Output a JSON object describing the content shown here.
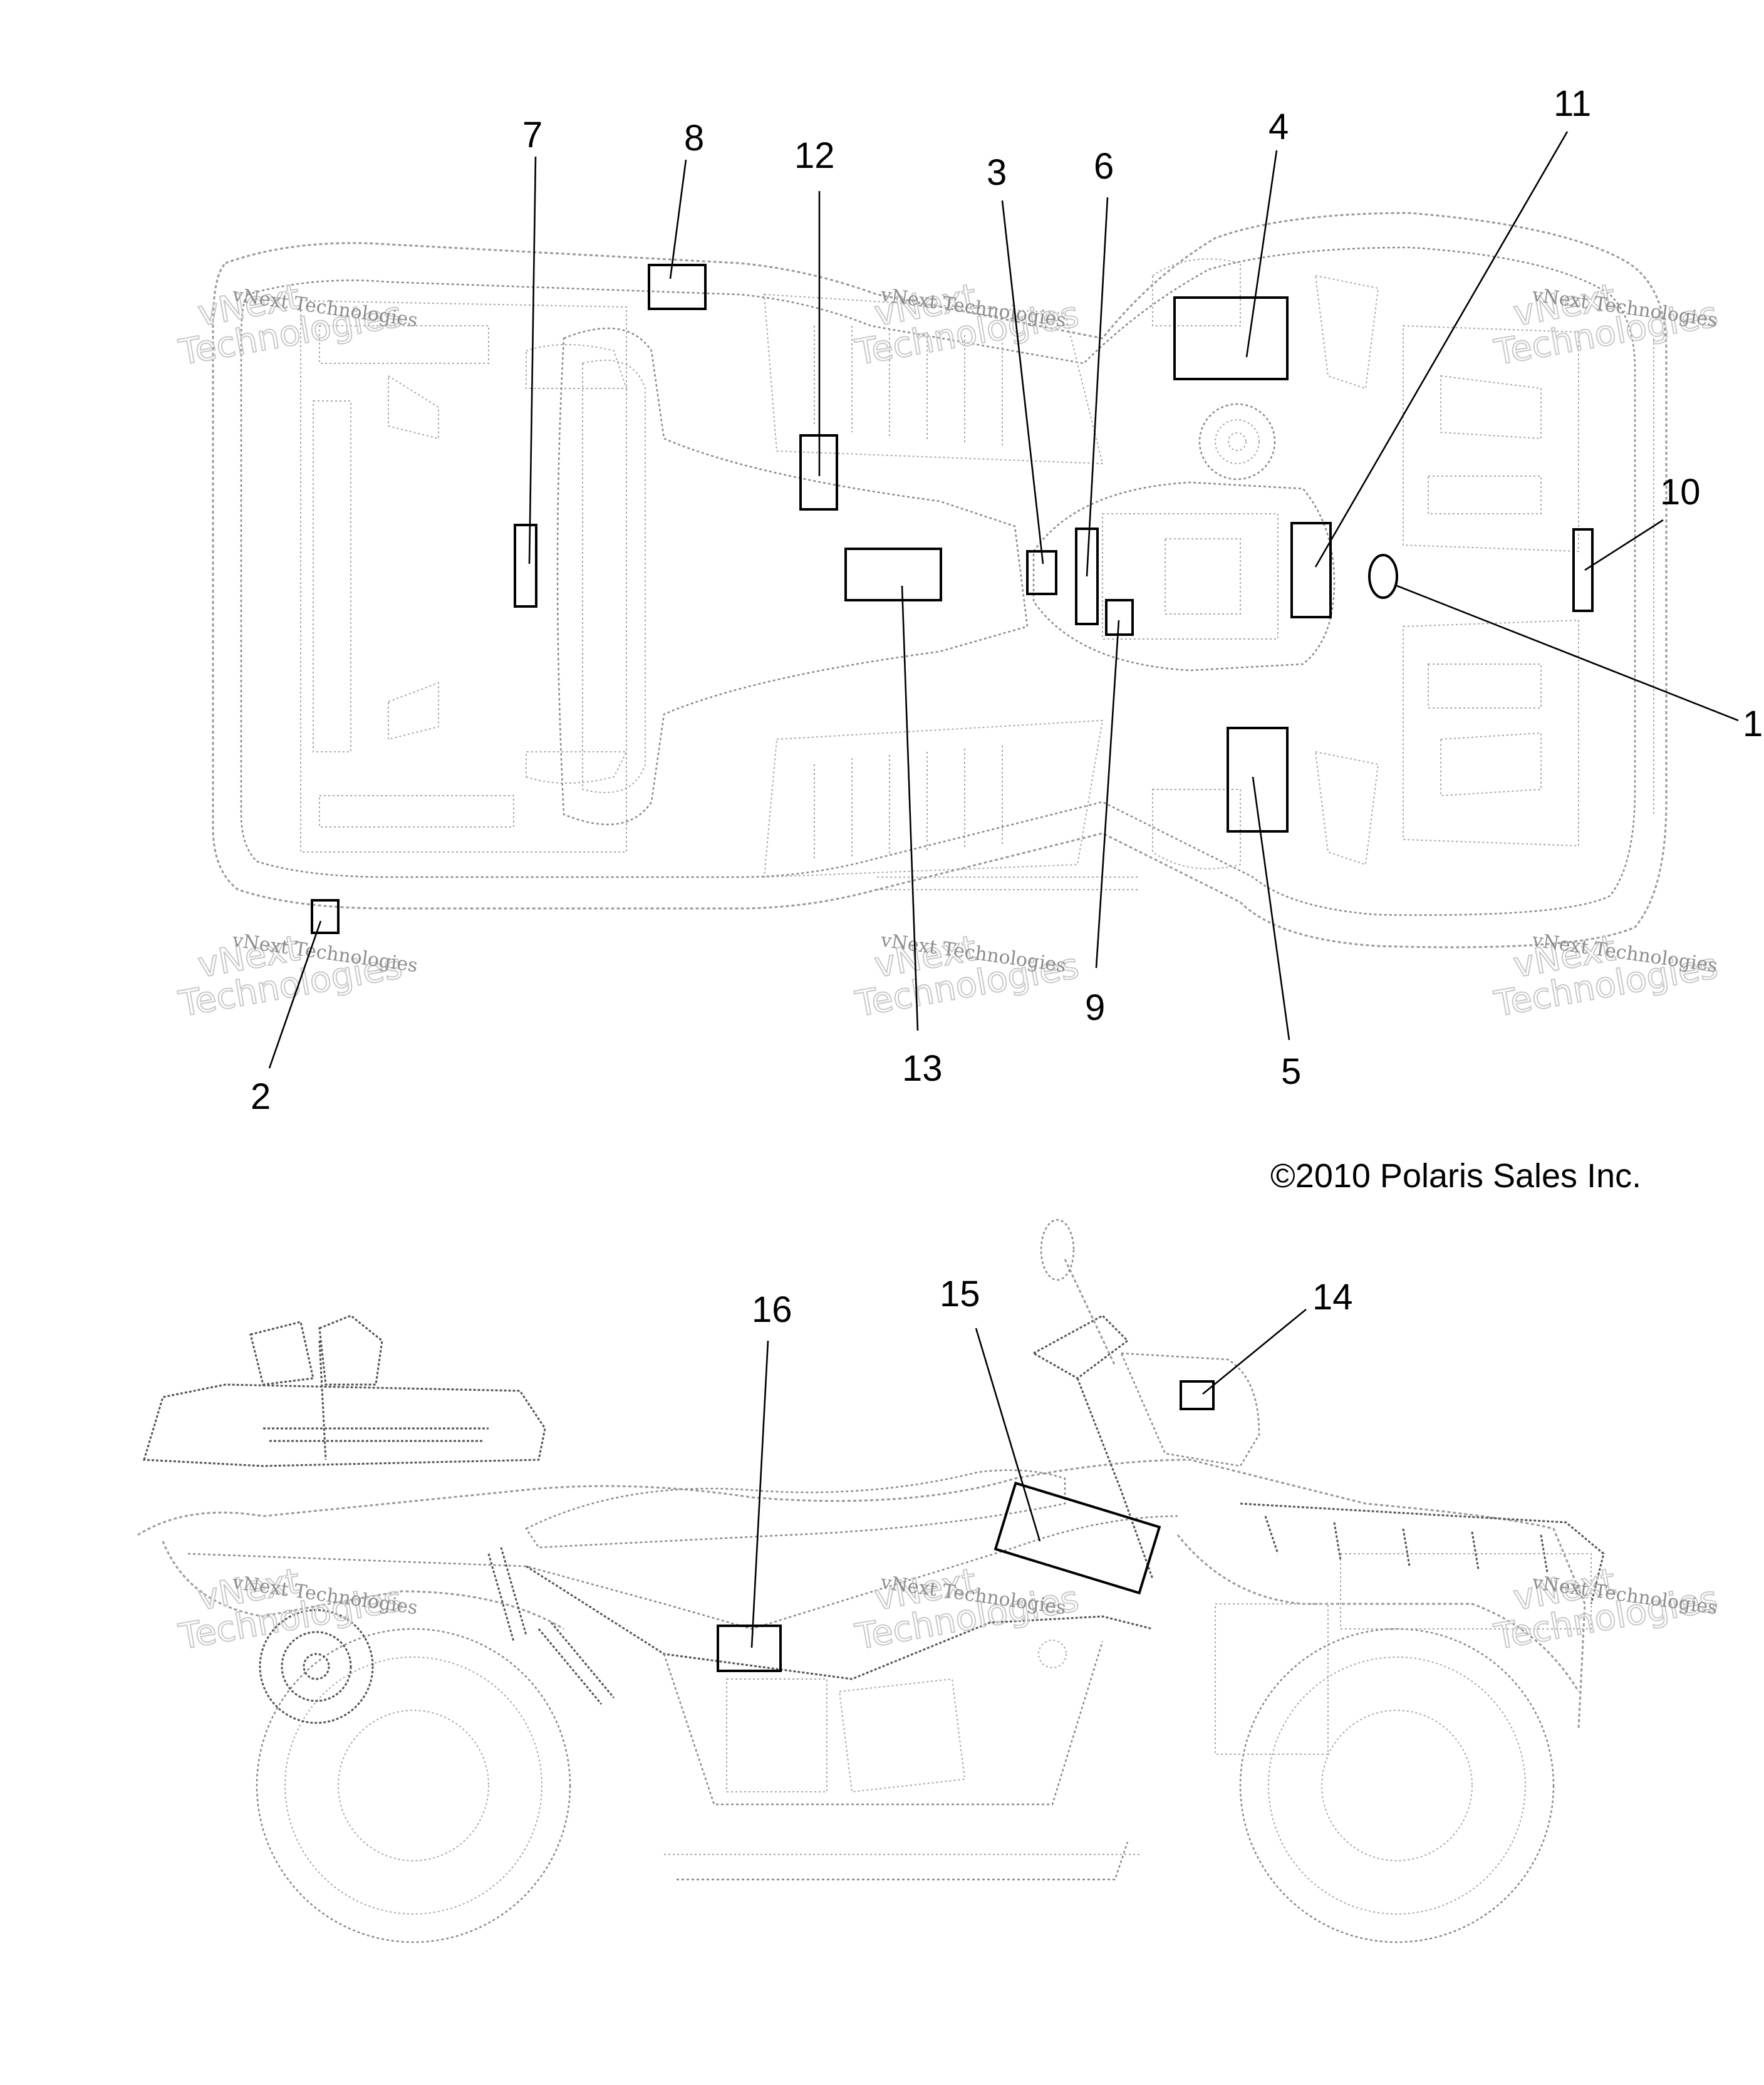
{
  "figure": {
    "copyright": "©2010 Polaris Sales Inc.",
    "watermark": {
      "small_text": "vNext Technologies",
      "big_line1": "vNext",
      "big_line2": "Technologies"
    }
  },
  "views": [
    {
      "name": "top view"
    },
    {
      "name": "side view"
    }
  ],
  "callouts": [
    {
      "id": "1",
      "text": "1",
      "shape": "oval"
    },
    {
      "id": "2",
      "text": "2",
      "shape": "rectangle"
    },
    {
      "id": "3",
      "text": "3",
      "shape": "rectangle"
    },
    {
      "id": "4",
      "text": "4",
      "shape": "rectangle"
    },
    {
      "id": "5",
      "text": "5",
      "shape": "rectangle"
    },
    {
      "id": "6",
      "text": "6",
      "shape": "rectangle"
    },
    {
      "id": "7",
      "text": "7",
      "shape": "rectangle"
    },
    {
      "id": "8",
      "text": "8",
      "shape": "rectangle"
    },
    {
      "id": "9",
      "text": "9",
      "shape": "rectangle"
    },
    {
      "id": "10",
      "text": "10",
      "shape": "rectangle"
    },
    {
      "id": "11",
      "text": "11",
      "shape": "rectangle"
    },
    {
      "id": "12",
      "text": "12",
      "shape": "rectangle"
    },
    {
      "id": "13",
      "text": "13",
      "shape": "rectangle"
    },
    {
      "id": "14",
      "text": "14",
      "shape": "rectangle"
    },
    {
      "id": "15",
      "text": "15",
      "shape": "rotated-rectangle"
    },
    {
      "id": "16",
      "text": "16",
      "shape": "rectangle"
    }
  ],
  "colors": {
    "linework": "#9a9a9a",
    "label_outline": "#000000",
    "watermark": "#c9c9c9",
    "background": "#ffffff"
  }
}
